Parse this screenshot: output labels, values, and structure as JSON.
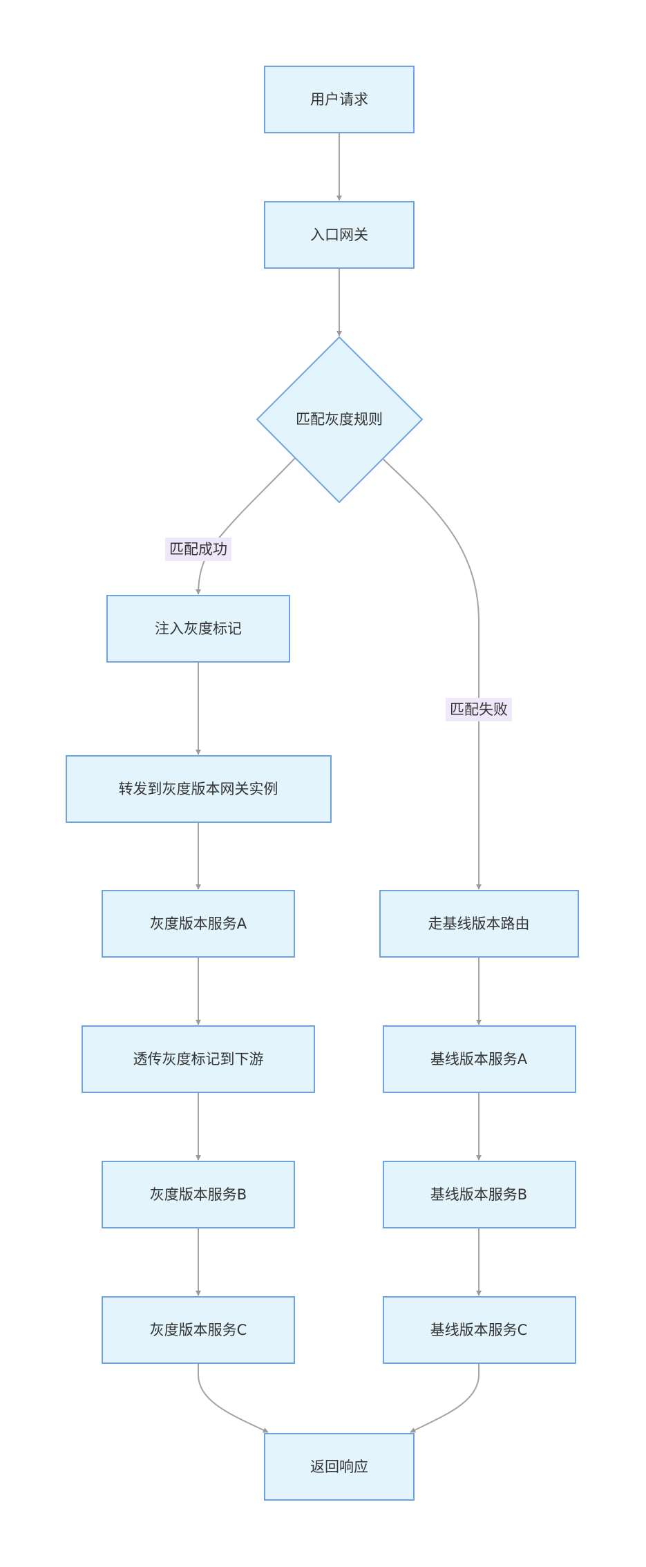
{
  "nodes": {
    "user_request": "用户请求",
    "entry_gateway": "入口网关",
    "match_rule": "匹配灰度规则",
    "inject_tag": "注入灰度标记",
    "forward_gray_gateway": "转发到灰度版本网关实例",
    "gray_service_a": "灰度版本服务A",
    "pass_tag_downstream": "透传灰度标记到下游",
    "gray_service_b": "灰度版本服务B",
    "gray_service_c": "灰度版本服务C",
    "baseline_route": "走基线版本路由",
    "baseline_service_a": "基线版本服务A",
    "baseline_service_b": "基线版本服务B",
    "baseline_service_c": "基线版本服务C",
    "return_response": "返回响应"
  },
  "edge_labels": {
    "match_success": "匹配成功",
    "match_fail": "匹配失败"
  },
  "colors": {
    "node_fill": "#e3f4fc",
    "node_border": "#6fa3e0",
    "edge": "#a3a3a3",
    "edge_label_bg": "#efe8fb",
    "text": "#333333"
  }
}
